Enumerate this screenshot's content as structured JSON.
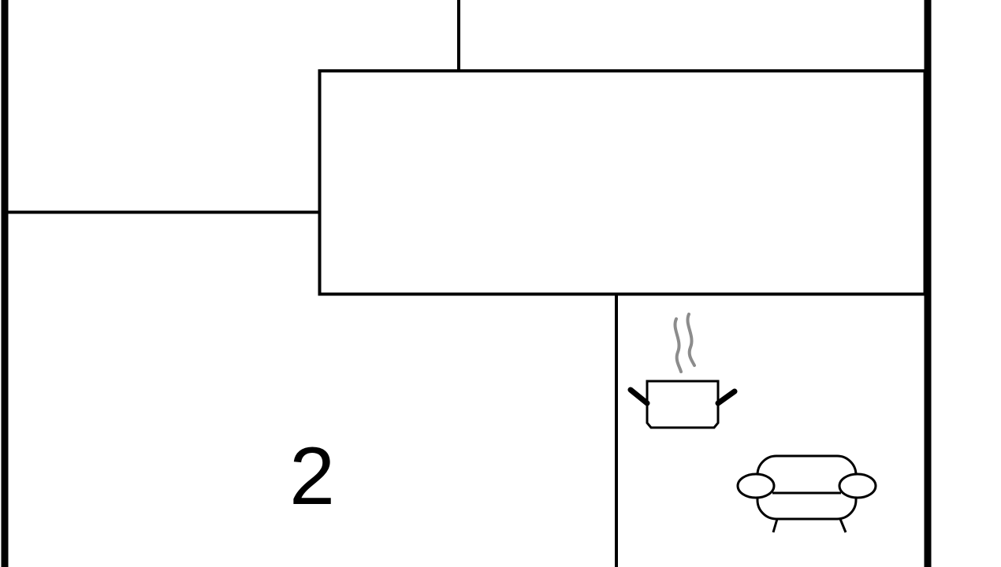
{
  "rooms": [
    {
      "id": "room-2",
      "number": "2"
    },
    {
      "id": "kitchen-living",
      "number": ""
    }
  ],
  "icons": [
    {
      "name": "cooking-pot-icon",
      "room": "kitchen-living"
    },
    {
      "name": "sofa-icon",
      "room": "kitchen-living"
    }
  ],
  "colors": {
    "wall": "#000000",
    "steam": "#8c8c8c",
    "background": "#ffffff"
  }
}
